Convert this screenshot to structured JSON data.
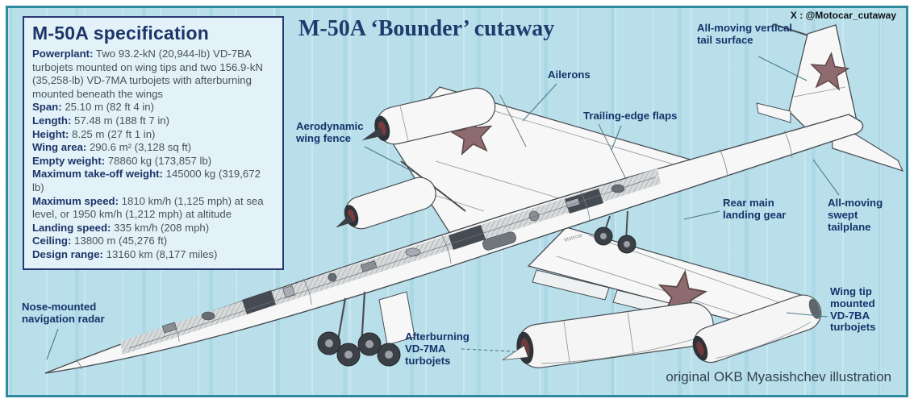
{
  "title": "M-50A ‘Bounder’ cutaway",
  "credit_top": "X : @Motocar_cutaway",
  "credit_bottom": "original OKB Myasishchev illustration",
  "watermark": "Motocar",
  "spec_box": {
    "title": "M-50A specification",
    "items": [
      {
        "label": "Powerplant:",
        "value": "Two 93.2-kN (20,944-lb) VD-7BA turbojets mounted on wing tips and two 156.9-kN (35,258-lb) VD-7MA turbojets with afterburning mounted beneath the wings"
      },
      {
        "label": "Span:",
        "value": "25.10 m (82 ft 4 in)"
      },
      {
        "label": "Length:",
        "value": "57.48 m (188 ft 7 in)"
      },
      {
        "label": "Height:",
        "value": "8.25 m (27 ft 1 in)"
      },
      {
        "label": "Wing area:",
        "value": "290.6 m² (3,128 sq ft)"
      },
      {
        "label": "Empty weight:",
        "value": "78860 kg (173,857 lb)"
      },
      {
        "label": "Maximum take-off weight:",
        "value": "145000 kg (319,672 lb)"
      },
      {
        "label": "Maximum speed:",
        "value": "1810 km/h (1,125 mph) at sea level, or 1950 km/h (1,212 mph) at altitude"
      },
      {
        "label": "Landing speed:",
        "value": "335 km/h (208 mph)"
      },
      {
        "label": "Ceiling:",
        "value": "13800 m (45,276 ft)"
      },
      {
        "label": "Design range:",
        "value": "13160 km (8,177 miles)"
      }
    ]
  },
  "callouts": [
    {
      "id": "vertical-tail",
      "text": "All-moving vertical\ntail surface"
    },
    {
      "id": "ailerons",
      "text": "Ailerons"
    },
    {
      "id": "trailing-edge-flaps",
      "text": "Trailing-edge flaps"
    },
    {
      "id": "wing-fence",
      "text": "Aerodynamic\nwing fence"
    },
    {
      "id": "rear-main-gear",
      "text": "Rear main\nlanding gear"
    },
    {
      "id": "swept-tailplane",
      "text": "All-moving\nswept\ntailplane"
    },
    {
      "id": "wingtip-turbojets",
      "text": "Wing tip\nmounted\nVD-7BA\nturbojets"
    },
    {
      "id": "afterburning-turbojets",
      "text": "Afterburning\nVD-7MA\nturbojets"
    },
    {
      "id": "nose-radar",
      "text": "Nose-mounted\nnavigation radar"
    }
  ],
  "colors": {
    "background": "#b9dfea",
    "frame": "#2f8a9b",
    "navy_text": "#1d3569",
    "body_text": "#49525a",
    "star": "#8d6b6e",
    "airframe": "#f6f7f6",
    "ink": "#4a4f55"
  }
}
